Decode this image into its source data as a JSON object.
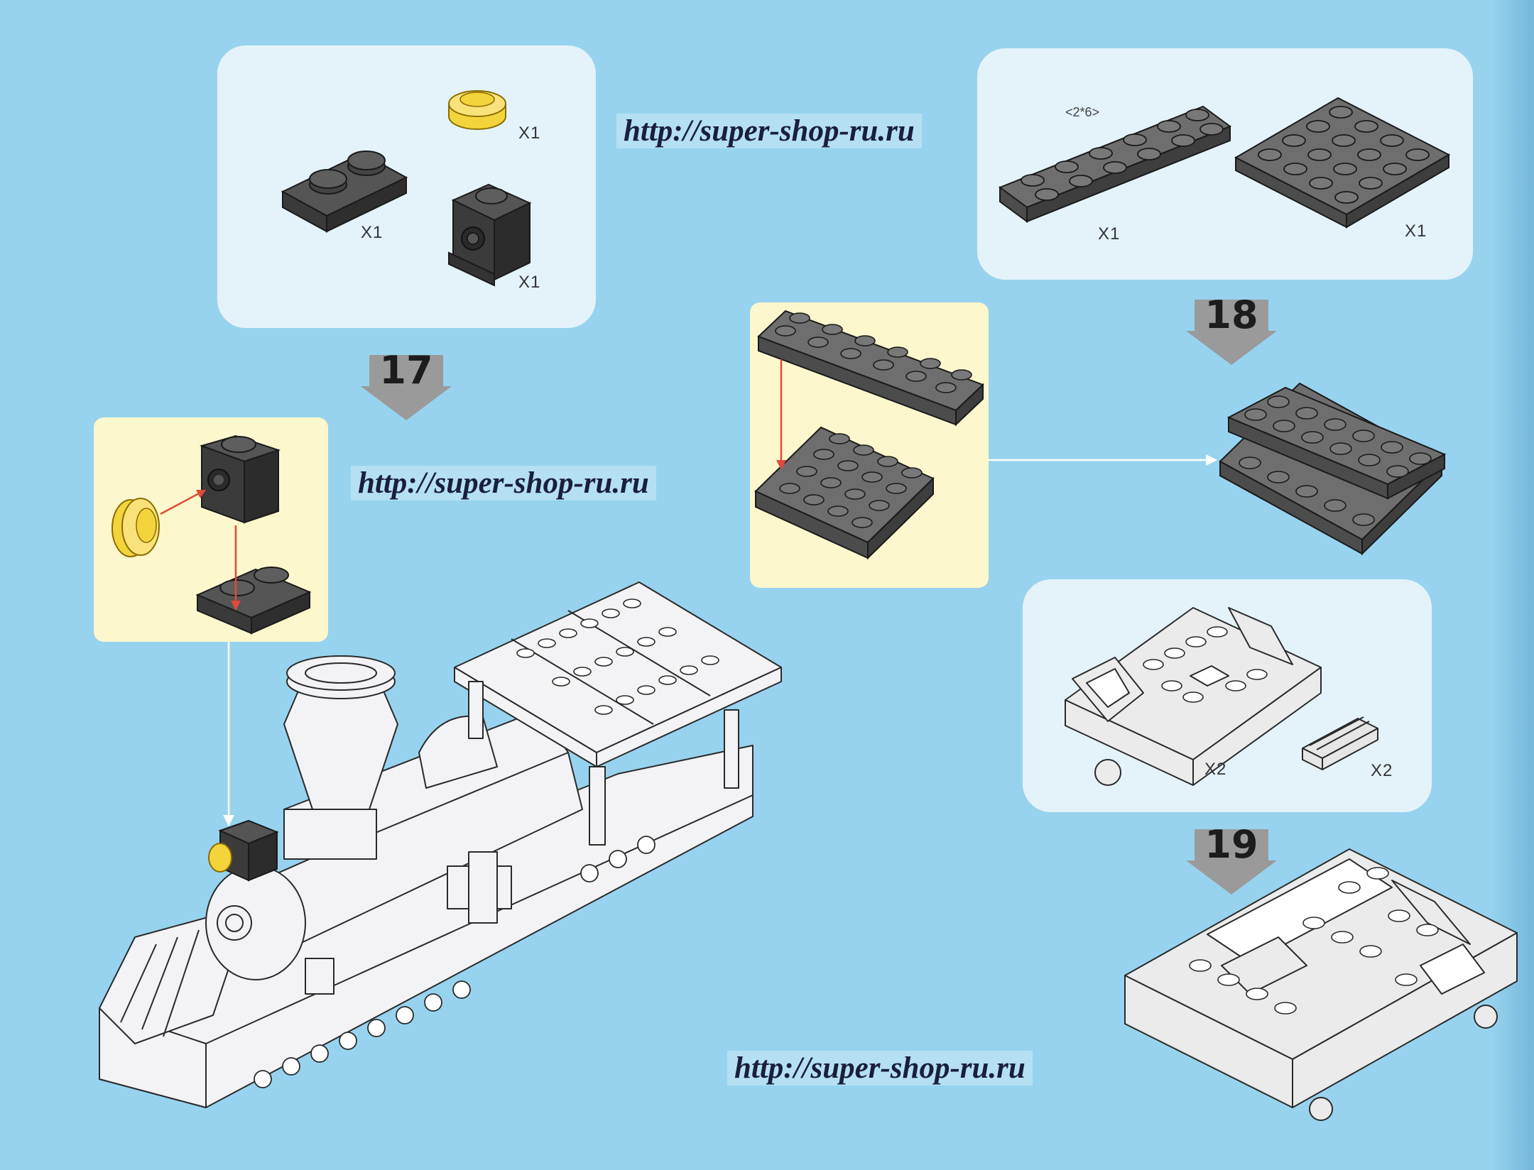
{
  "watermarks": {
    "top": "http://super-shop-ru.ru",
    "middle": "http://super-shop-ru.ru",
    "bottom": "http://super-shop-ru.ru"
  },
  "steps": {
    "step17": {
      "number": "17",
      "parts": {
        "transparent_round": "X1",
        "plate_1x2": "X1",
        "brick_headlight": "X1"
      }
    },
    "step18": {
      "number": "18",
      "parts": {
        "dimension_label": "<2*6>",
        "plate_2x6": "X1",
        "plate_4x4": "X1"
      }
    },
    "step19": {
      "number": "19",
      "parts": {
        "wheel_base": "X2",
        "tile_grille": "X2"
      }
    }
  },
  "colors": {
    "background": "#97d3ee",
    "part_panel": "#e4f3fa",
    "subassembly_panel": "#fdf7cd",
    "dark_brick": "#3b3b3b",
    "gray_plate": "#6e6e6e",
    "trans_yellow": "#f4d43c",
    "arrow_red": "#e04a3a",
    "step_arrow": "#9a9a9a"
  }
}
